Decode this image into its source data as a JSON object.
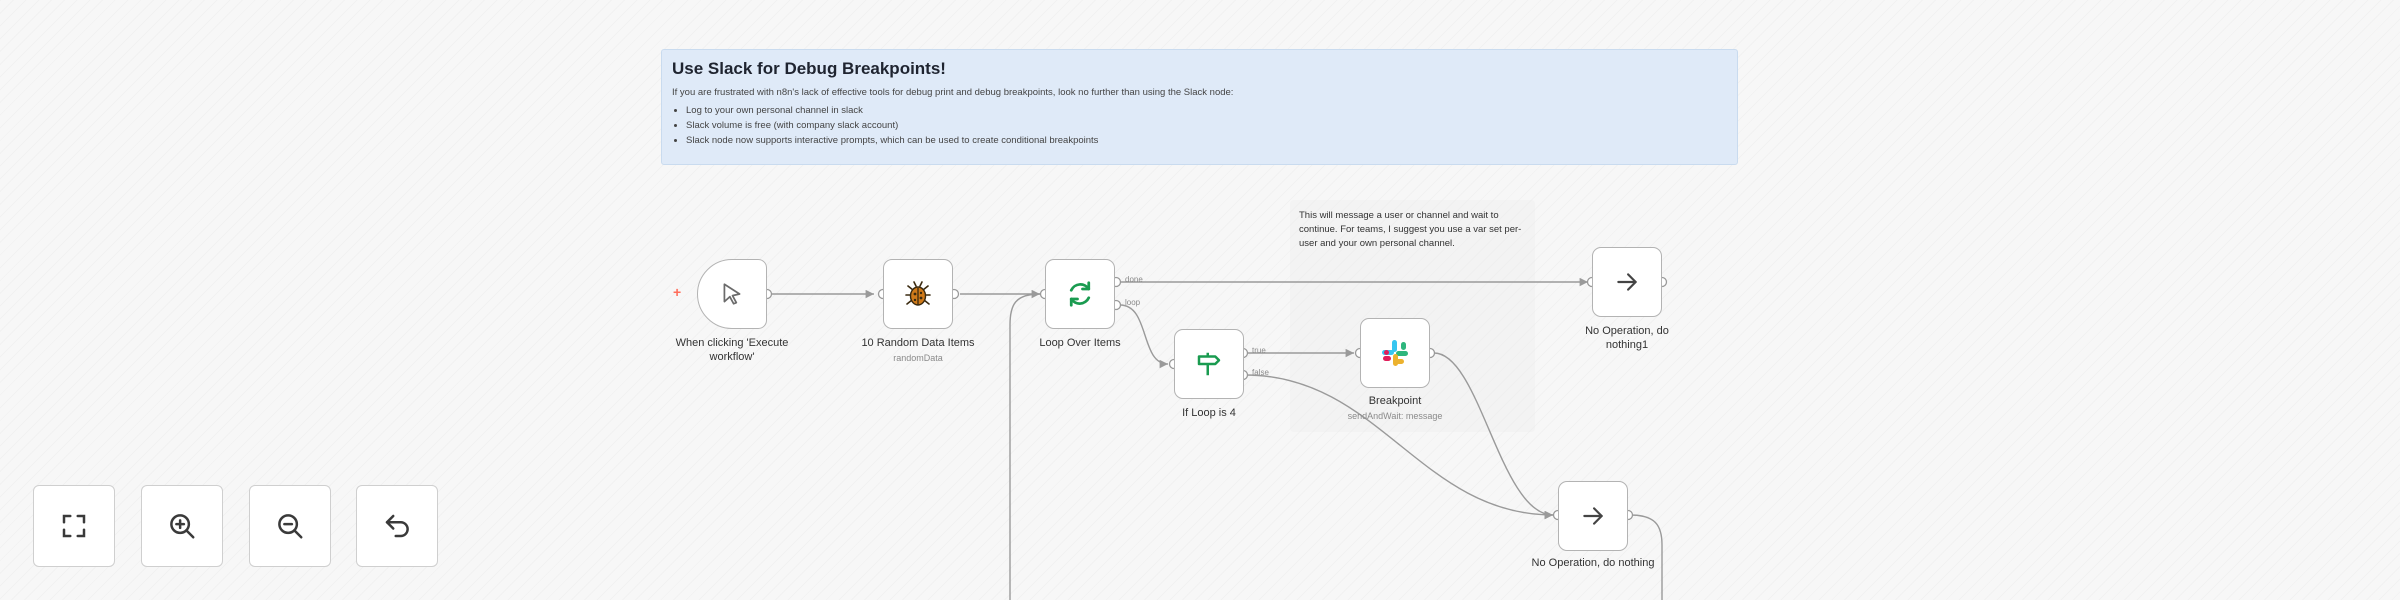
{
  "sticky": {
    "title": "Use Slack for Debug Breakpoints!",
    "intro": "If you are frustrated with n8n's lack of effective tools for debug print and debug breakpoints, look no further than using the Slack node:",
    "bullets": [
      "Log to your own personal channel in slack",
      "Slack volume is free (with company slack account)",
      "Slack node now supports interactive prompts, which can be used to create conditional breakpoints"
    ]
  },
  "note": {
    "text": "This will message a user or channel and wait to continue. For teams, I suggest you use a var set per-user and your own personal channel."
  },
  "nodes": {
    "trigger": {
      "label_line1": "When clicking 'Execute",
      "label_line2": "workflow'",
      "icon": "cursor-icon"
    },
    "random": {
      "label": "10 Random Data Items",
      "sub": "randomData",
      "icon": "bug-icon"
    },
    "loop": {
      "label": "Loop Over Items",
      "icon": "loop-arrows-icon",
      "out_done": "done",
      "out_loop": "loop"
    },
    "if": {
      "label": "If Loop is 4",
      "icon": "signpost-icon",
      "out_true": "true",
      "out_false": "false"
    },
    "breakpoint": {
      "label": "Breakpoint",
      "sub": "sendAndWait: message",
      "icon": "slack-logo-icon"
    },
    "noop1": {
      "label_line1": "No Operation, do",
      "label_line2": "nothing1",
      "icon": "arrow-right-icon"
    },
    "noop": {
      "label": "No Operation, do nothing",
      "icon": "arrow-right-icon"
    }
  },
  "controls": [
    {
      "name": "fit-view-button",
      "icon": "fit-view-icon"
    },
    {
      "name": "zoom-in-button",
      "icon": "zoom-in-icon"
    },
    {
      "name": "zoom-out-button",
      "icon": "zoom-out-icon"
    },
    {
      "name": "reset-zoom-button",
      "icon": "undo-icon"
    }
  ],
  "colors": {
    "accent": "#ff6d5a",
    "loop_green": "#1a9b50",
    "sticky_bg": "#dfeaf8",
    "connector": "#9a9a9a"
  }
}
